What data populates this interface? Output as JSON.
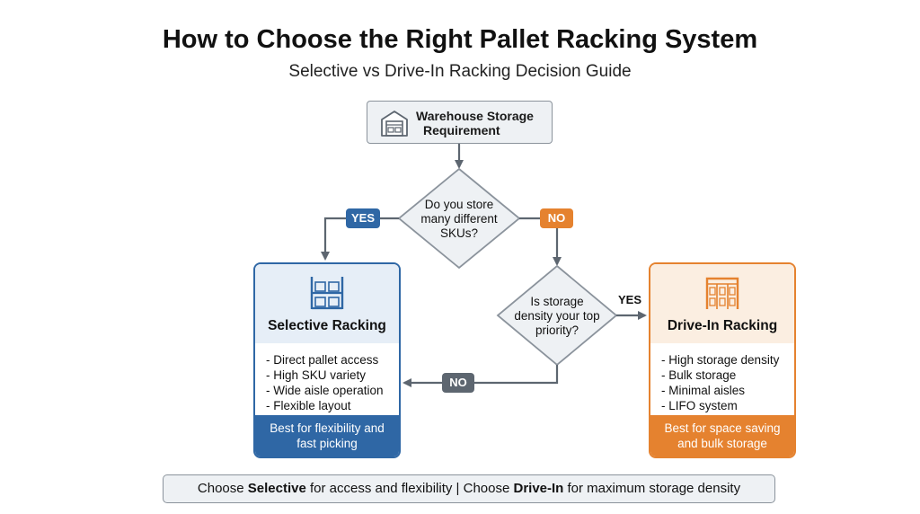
{
  "header": {
    "title": "How to Choose the Right Pallet Racking System",
    "subtitle": "Selective vs Drive-In Racking Decision Guide"
  },
  "start": {
    "line1": "Warehouse Storage",
    "line2": "Requirement",
    "icon": "warehouse-icon"
  },
  "decision1": {
    "line1": "Do you store",
    "line2": "many different",
    "line3": "SKUs?",
    "yes_label": "YES",
    "no_label": "NO"
  },
  "decision2": {
    "line1": "Is storage",
    "line2": "density your top",
    "line3": "priority?",
    "yes_label": "YES",
    "no_label": "NO"
  },
  "selective": {
    "title": "Selective Racking",
    "icon": "pallet-rack-icon",
    "features": [
      "- Direct pallet access",
      "- High SKU variety",
      "- Wide aisle operation",
      "- Flexible layout"
    ],
    "footer_line1": "Best for flexibility and",
    "footer_line2": "fast picking"
  },
  "drivein": {
    "title": "Drive-In Racking",
    "icon": "drive-in-rack-icon",
    "features": [
      "- High storage density",
      "- Bulk storage",
      "- Minimal aisles",
      "- LIFO system"
    ],
    "footer_line1": "Best for space saving",
    "footer_line2": "and bulk storage"
  },
  "footer": {
    "part1": "Choose ",
    "part1_bold": "Selective",
    "part2": " for access and flexibility |  Choose ",
    "part2_bold": "Drive-In",
    "part3": " for maximum storage density"
  },
  "colors": {
    "blue": "#2f67a5",
    "orange": "#e5822f",
    "gray": "#5d6670",
    "line": "#5d6670"
  }
}
